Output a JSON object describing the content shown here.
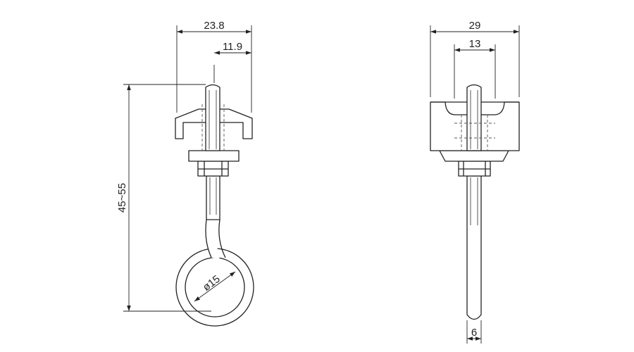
{
  "side_view": {
    "width_overall": "23.8",
    "width_offset": "11.9",
    "height": "45~55",
    "ring_diameter": "ø15"
  },
  "front_view": {
    "width_overall": "29",
    "width_inner": "13",
    "rod_diameter": "6"
  }
}
